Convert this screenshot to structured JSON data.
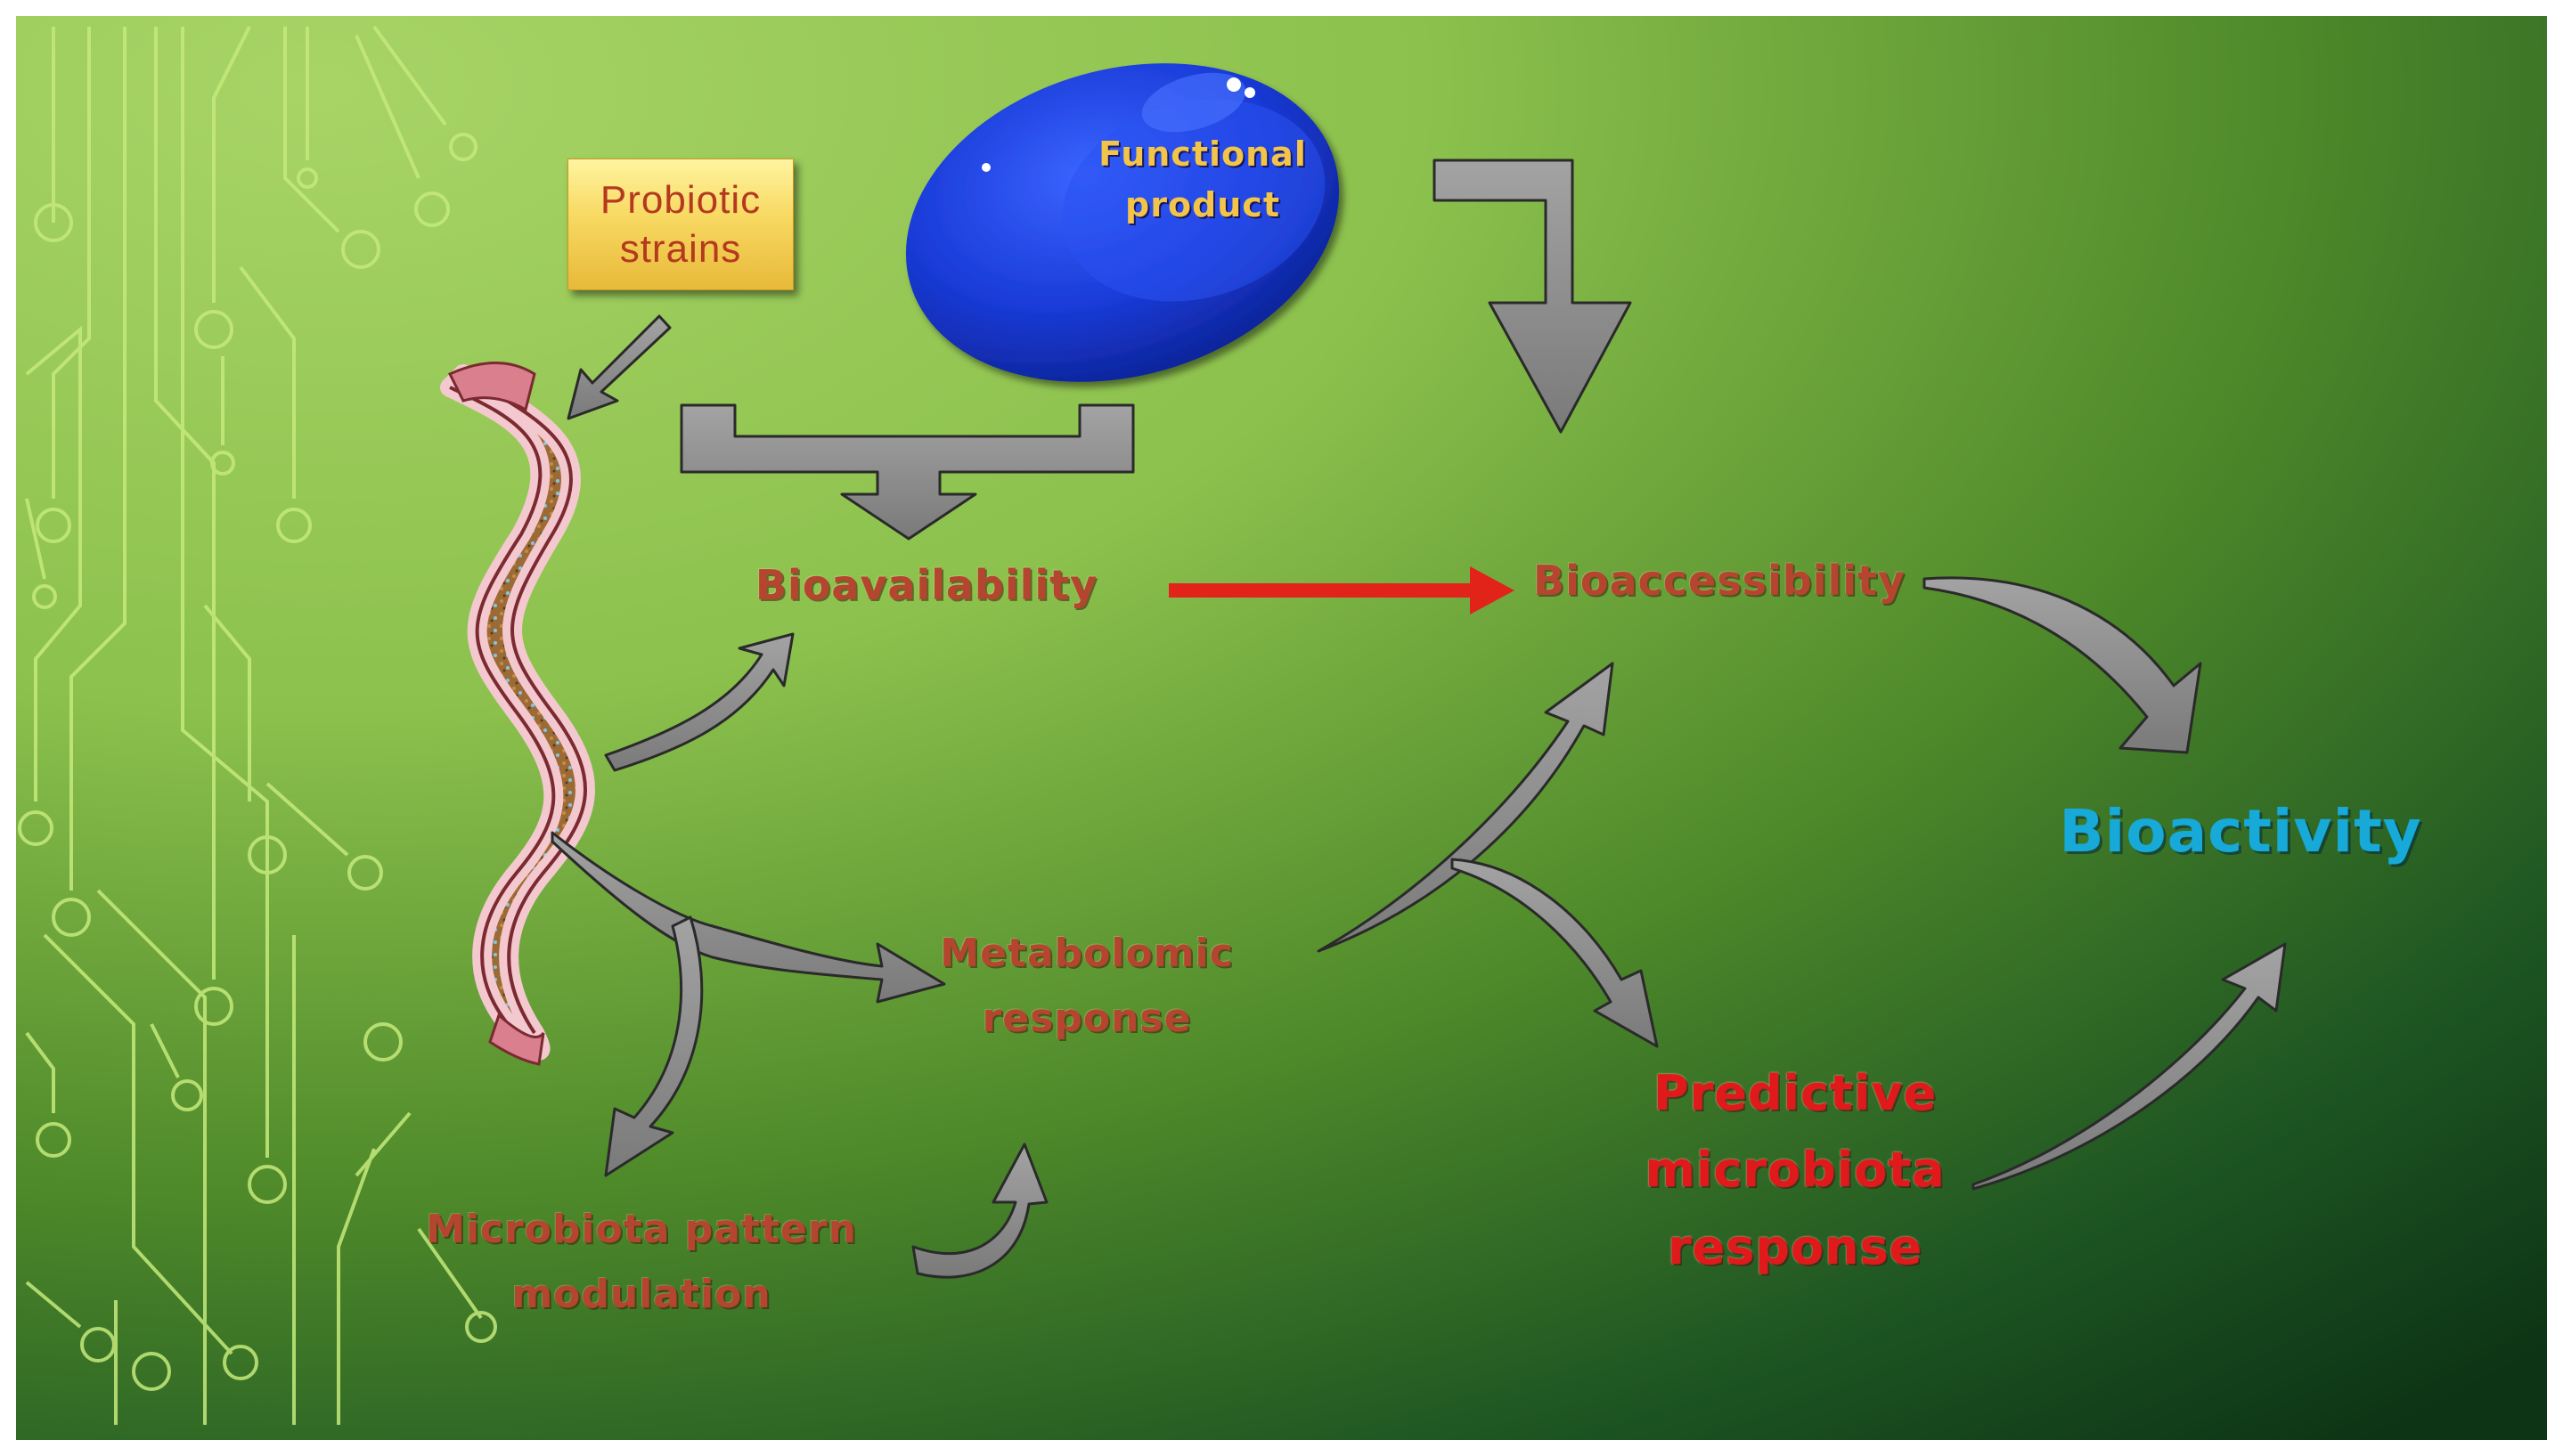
{
  "diagram": {
    "nodes": {
      "probiotic_strains": {
        "lines": [
          "Probiotic",
          "strains"
        ]
      },
      "functional_product": {
        "lines": [
          "Functional",
          "product"
        ]
      },
      "bioavailability": {
        "text": "Bioavailability"
      },
      "bioaccessibility": {
        "text": "Bioaccessibility"
      },
      "bioactivity": {
        "text": "Bioactivity"
      },
      "metabolomic_response": {
        "lines": [
          "Metabolomic",
          "response"
        ]
      },
      "microbiota_pattern_modulation": {
        "lines": [
          "Microbiota pattern",
          "modulation"
        ]
      },
      "predictive_microbiota_response": {
        "lines": [
          "Predictive",
          "microbiota",
          "response"
        ]
      }
    },
    "edges": [
      {
        "from": "probiotic_strains",
        "to": "intestine"
      },
      {
        "from": "functional_product",
        "to": "bioavailability"
      },
      {
        "from": "functional_product",
        "to": "bioaccessibility"
      },
      {
        "from": "bioavailability",
        "to": "bioaccessibility",
        "style": "red"
      },
      {
        "from": "intestine",
        "to": "bioavailability"
      },
      {
        "from": "intestine",
        "to": "metabolomic_response"
      },
      {
        "from": "intestine",
        "to": "microbiota_pattern_modulation"
      },
      {
        "from": "microbiota_pattern_modulation",
        "to": "metabolomic_response"
      },
      {
        "from": "metabolomic_response",
        "to": "bioaccessibility"
      },
      {
        "from": "metabolomic_response",
        "to": "predictive_microbiota_response"
      },
      {
        "from": "bioaccessibility",
        "to": "bioactivity"
      },
      {
        "from": "predictive_microbiota_response",
        "to": "bioactivity"
      }
    ]
  },
  "colors": {
    "background_light": "#9ccc58",
    "background_dark": "#0f3a17",
    "circuit_lines": "#c6ea7c",
    "arrow_gray": "#8c8c8c",
    "arrow_red": "#e2231a",
    "capsule_blue": "#1432c8",
    "label_maroon": "#b5452f",
    "label_red": "#e01a1a",
    "label_blue": "#17a9d8",
    "label_gold": "#f2c44a",
    "box_yellow": "#f7d860"
  },
  "icons": [
    "intestine-illustration",
    "capsule-icon",
    "circuit-decoration"
  ]
}
